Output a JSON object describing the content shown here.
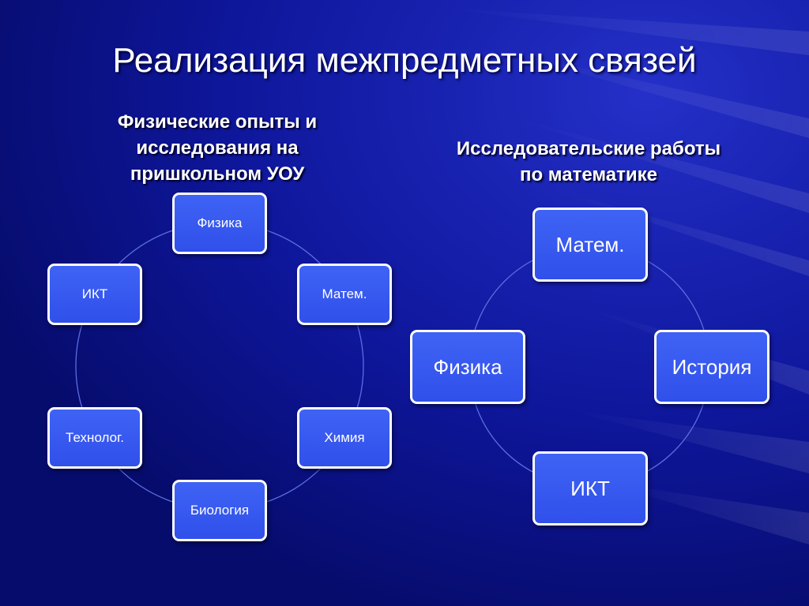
{
  "title": "Реализация межпредметных связей",
  "left_block": {
    "heading_lines": [
      "Физические опыты и",
      "исследования на",
      "пришкольном УОУ"
    ],
    "nodes": {
      "physics": "Физика",
      "math": "Матем.",
      "chemistry": "Химия",
      "biology": "Биология",
      "technology": "Технолог.",
      "ict": "ИКТ"
    }
  },
  "right_block": {
    "heading_lines": [
      "Исследовательские работы",
      "по математике"
    ],
    "nodes": {
      "math": "Матем.",
      "history": "История",
      "ict": "ИКТ",
      "physics": "Физика"
    }
  },
  "colors": {
    "node_fill": "#3f63f5",
    "node_border": "#ffffff",
    "background": "#0a0f86",
    "connector": "#5a6ee0"
  }
}
